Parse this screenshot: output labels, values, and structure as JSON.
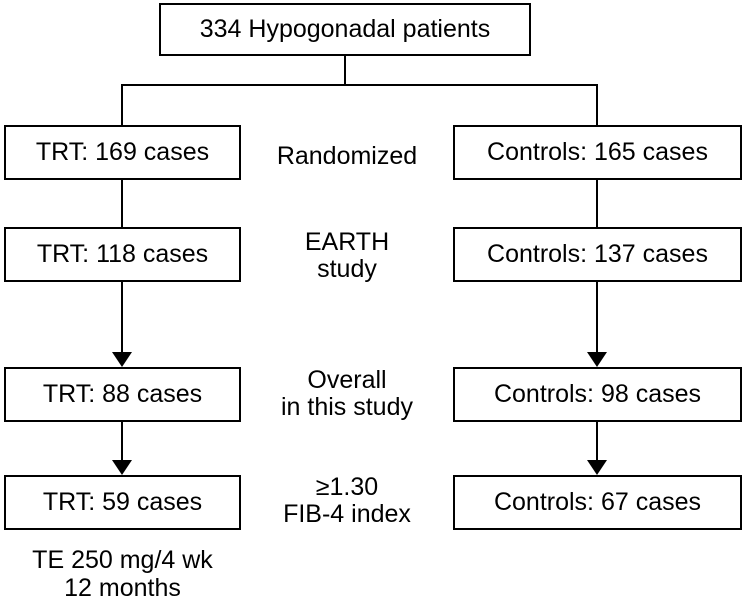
{
  "diagram": {
    "top_box": "334 Hypogonadal patients",
    "left_column": [
      "TRT: 169 cases",
      "TRT: 118 cases",
      "TRT: 88 cases",
      "TRT: 59 cases"
    ],
    "right_column": [
      "Controls: 165 cases",
      "Controls: 137 cases",
      "Controls: 98 cases",
      "Controls: 67 cases"
    ],
    "stage_labels": [
      {
        "line1": "Randomized",
        "line2": ""
      },
      {
        "line1": "EARTH",
        "line2": "study"
      },
      {
        "line1": "Overall",
        "line2": "in this study"
      },
      {
        "line1": "≥1.30",
        "line2": "FIB-4 index"
      }
    ],
    "footnote": {
      "line1": "TE 250 mg/4 wk",
      "line2": "12 months"
    },
    "colors": {
      "line": "#000000",
      "text": "#000000",
      "background": "#ffffff"
    }
  }
}
